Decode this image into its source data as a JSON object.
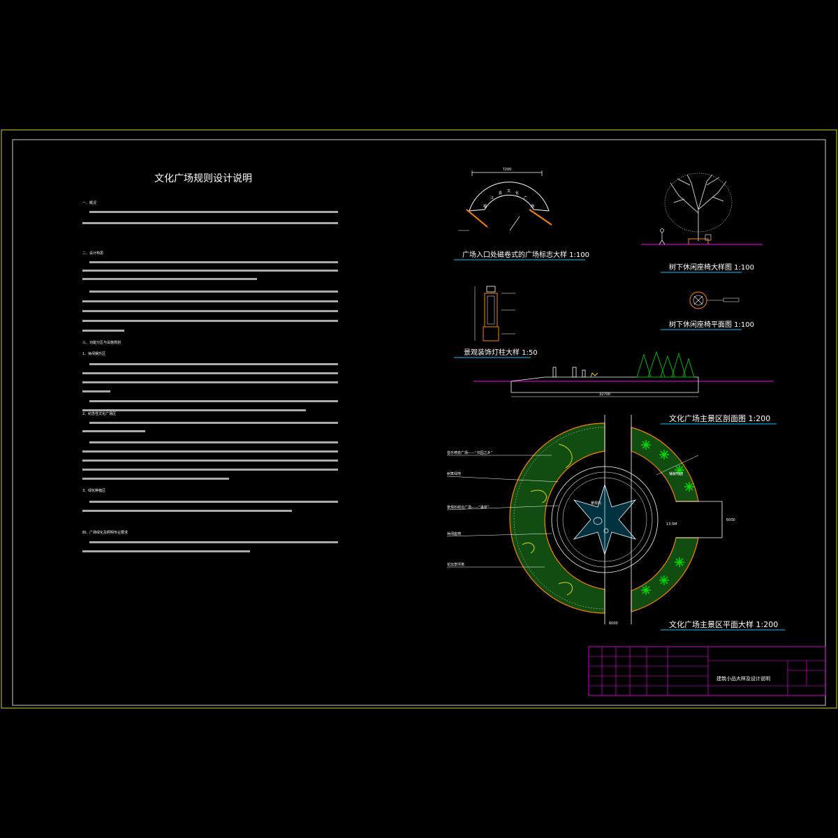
{
  "sheet": {
    "title": "文化广场规则设计说明",
    "section_headings": [
      "一、概况",
      "二、设计构思",
      "三、功能分区与设施规划",
      "四、广场绿化及照明专业要求"
    ],
    "sub_headings": [
      "1、休闲娱乐区",
      "2、纪念性文化广场区",
      "3、绿化种植区"
    ]
  },
  "captions": {
    "entrance_gate": "广场入口处磁卷式的广场标志大样 1:100",
    "lamp_post": "景观装饰灯柱大样 1:50",
    "tree_elevation": "树下休闲座椅大样图 1:100",
    "tree_plan": "树下休闲座椅平面图 1:100",
    "section": "文化广场主景区剖面图 1:200",
    "plan": "文化广场主景区平面大样 1:200"
  },
  "gate": {
    "sign_text": [
      "福",
      "江",
      "县",
      "文",
      "化",
      "广",
      "场"
    ]
  },
  "plan_labels": {
    "left": [
      "音乐喷泉广场——“归园之乡”",
      "树篱绿地",
      "景观石组合广场——“涌泉”",
      "休闲座椅",
      "花坛草坪类"
    ],
    "right": [
      "铺装地面"
    ],
    "center": "景观石"
  },
  "title_block": {
    "drawing_name": "建筑小品大样及设计说明"
  },
  "colors": {
    "frame_outer": "#d8d800",
    "frame_inner": "#ffffff",
    "magenta": "#ff00ff",
    "orange": "#ff8000",
    "green_fill": "#1f8a1f",
    "cyan": "#00c8ff",
    "tree_green": "#00b400"
  }
}
